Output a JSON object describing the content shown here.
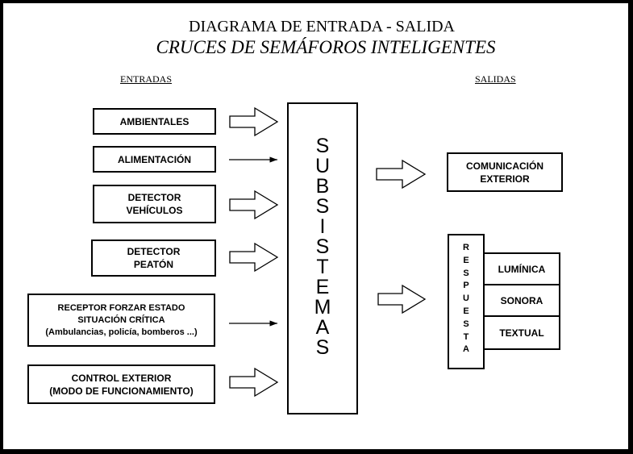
{
  "title": "DIAGRAMA DE ENTRADA - SALIDA",
  "subtitle": "CRUCES DE SEMÁFOROS INTELIGENTES",
  "inputs_label": "ENTRADAS",
  "outputs_label": "SALIDAS",
  "inputs": [
    "AMBIENTALES",
    "ALIMENTACIÓN",
    "DETECTOR\nVEHÍCULOS",
    "DETECTOR\nPEATÓN",
    "RECEPTOR FORZAR ESTADO\nSITUACIÓN CRÍTICA\n(Ambulancias, policía, bomberos ...)",
    "CONTROL EXTERIOR\n(MODO DE FUNCIONAMIENTO)"
  ],
  "subsystems_letters": [
    "S",
    "U",
    "B",
    "S",
    "I",
    "S",
    "T",
    "E",
    "M",
    "A",
    "S"
  ],
  "outputs": {
    "communication": "COMUNICACIÓN\nEXTERIOR",
    "response_letters": [
      "R",
      "E",
      "S",
      "P",
      "U",
      "E",
      "S",
      "T",
      "A"
    ],
    "response_items": [
      "LUMÍNICA",
      "SONORA",
      "TEXTUAL"
    ]
  }
}
